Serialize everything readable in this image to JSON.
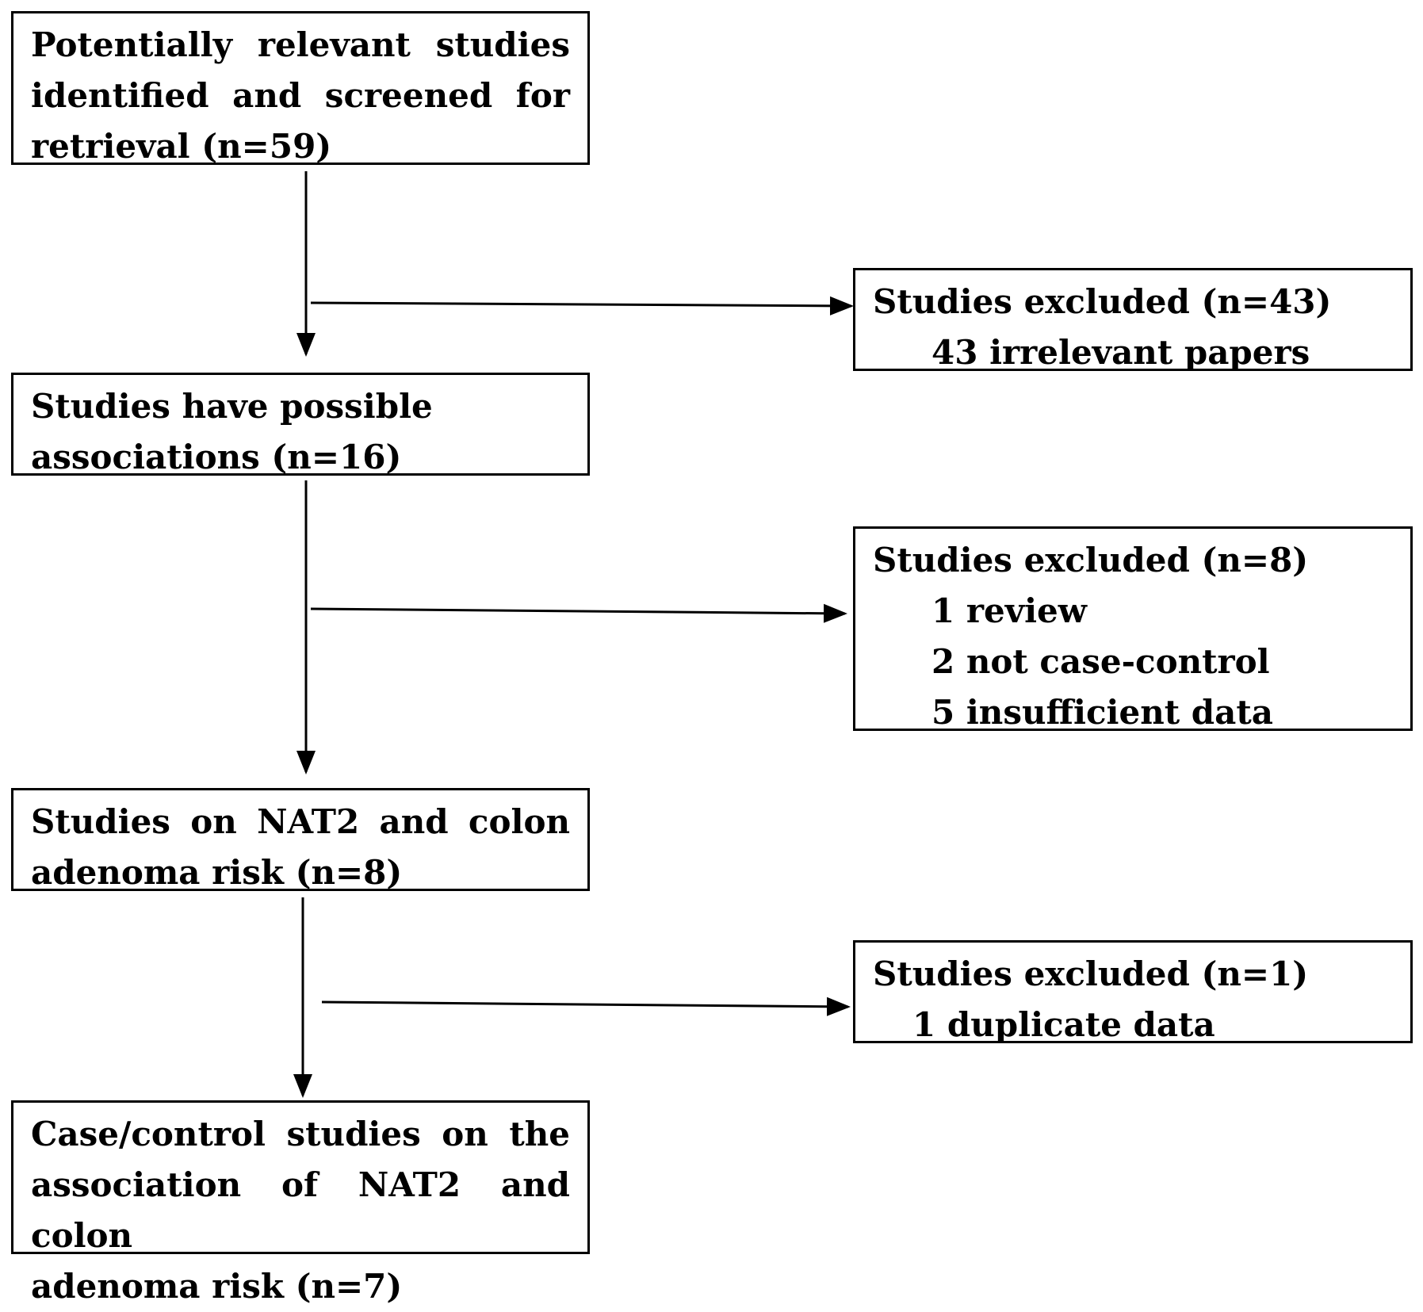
{
  "diagram": {
    "steps": [
      {
        "lines": [
          "Potentially relevant studies",
          "identified and screened for",
          "retrieval (n=59)"
        ]
      },
      {
        "lines": [
          "Studies have possible",
          "associations (n=16)"
        ]
      },
      {
        "lines": [
          "Studies on NAT2 and colon",
          "adenoma risk (n=8)"
        ]
      },
      {
        "lines": [
          "Case/control studies on the",
          "association of NAT2 and colon",
          "adenoma risk (n=7)"
        ]
      }
    ],
    "exclusions": [
      {
        "title": "Studies excluded (n=43)",
        "items": [
          "43 irrelevant papers"
        ]
      },
      {
        "title": "Studies excluded (n=8)",
        "items": [
          "1 review",
          "2 not case-control",
          "5 insufficient data"
        ]
      },
      {
        "title": "Studies excluded (n=1)",
        "items": [
          "1 duplicate data"
        ]
      }
    ]
  }
}
